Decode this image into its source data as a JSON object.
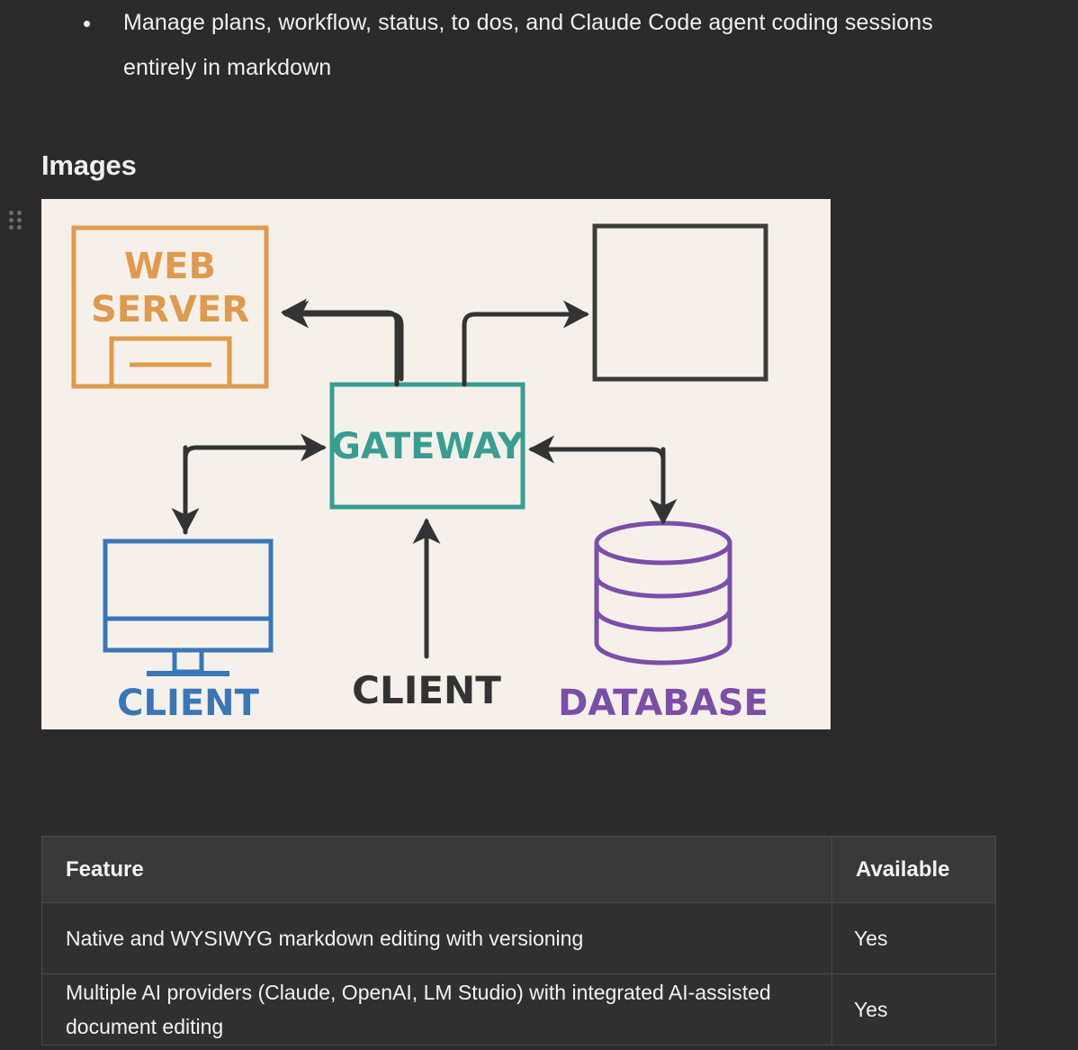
{
  "theme": {
    "page_background": "#2b2b2b",
    "text_color": "#f0f0f0",
    "table_header_background": "#393939",
    "table_row_background": "#303030",
    "table_border": "#4a4a4a",
    "diagram_background": "#f5f1ea"
  },
  "drag_handle": {
    "icon": "drag-dots-icon"
  },
  "bullets": [
    "Manage plans, workflow, status, to dos, and Claude Code agent coding sessions entirely in markdown"
  ],
  "section": {
    "heading": "Images"
  },
  "diagram": {
    "alt": "architecture-diagram",
    "background": "#f5f1ea",
    "nodes": [
      {
        "id": "web-server",
        "label": "WEB SERVER",
        "shape": "server-box",
        "color": "#e09a4e"
      },
      {
        "id": "blank-box",
        "label": "",
        "shape": "square",
        "color": "#3b3b38"
      },
      {
        "id": "gateway",
        "label": "GATEWAY",
        "shape": "rect",
        "color": "#379e91"
      },
      {
        "id": "client-left",
        "label": "CLIENT",
        "shape": "monitor",
        "color": "#3a76b8"
      },
      {
        "id": "client-mid",
        "label": "CLIENT",
        "shape": "text-only",
        "color": "#333333"
      },
      {
        "id": "database",
        "label": "DATABASE",
        "shape": "cylinder",
        "color": "#7b4ea8"
      }
    ],
    "edges": [
      {
        "from": "gateway",
        "to": "web-server",
        "style": "elbow-arrow",
        "color": "#333333"
      },
      {
        "from": "web-server",
        "to": "gateway",
        "style": "elbow-arrow",
        "color": "#333333"
      },
      {
        "from": "gateway",
        "to": "blank-box",
        "style": "elbow-arrow",
        "color": "#333333"
      },
      {
        "from": "client-left",
        "to": "gateway",
        "style": "elbow-arrow",
        "color": "#333333"
      },
      {
        "from": "gateway",
        "to": "client-left",
        "style": "elbow-arrow",
        "color": "#333333"
      },
      {
        "from": "gateway",
        "to": "database",
        "style": "elbow-arrow",
        "color": "#333333"
      },
      {
        "from": "database",
        "to": "gateway",
        "style": "elbow-arrow",
        "color": "#333333"
      },
      {
        "from": "client-mid",
        "to": "gateway",
        "style": "straight-arrow",
        "color": "#333333"
      }
    ]
  },
  "table": {
    "name": "feature-availability-table",
    "columns": [
      "Feature",
      "Available"
    ],
    "rows": [
      {
        "feature": "Native and WYSIWYG markdown editing with versioning",
        "available": "Yes"
      },
      {
        "feature": "Multiple AI providers (Claude, OpenAI, LM Studio) with integrated AI-assisted document editing",
        "available": "Yes"
      }
    ]
  }
}
